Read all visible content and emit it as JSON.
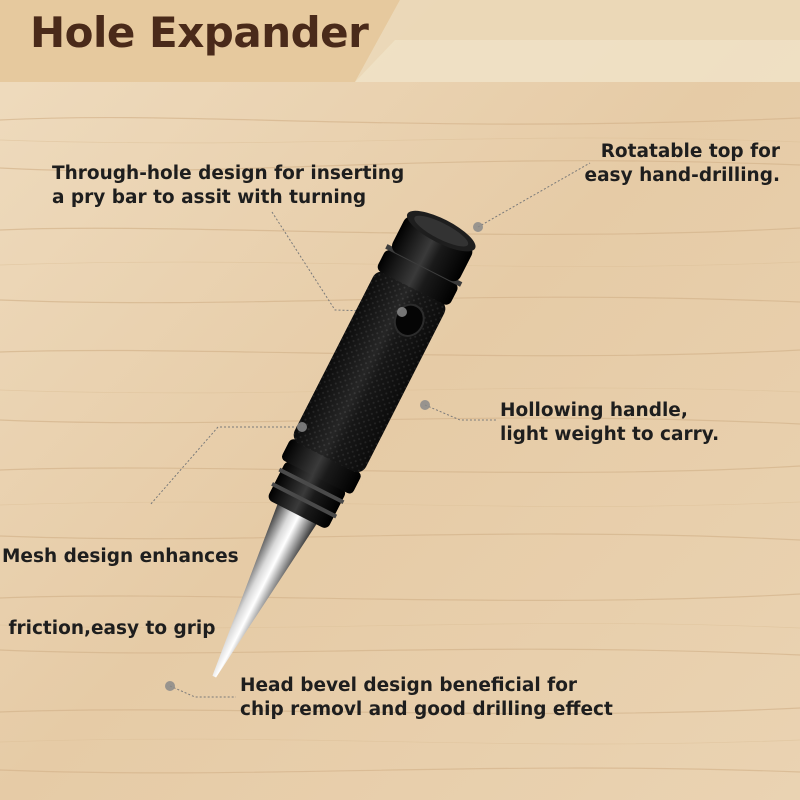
{
  "title": "Hole Expander",
  "callouts": {
    "through_hole": {
      "line1": "Through-hole design for inserting",
      "line2": "a pry bar to assit with turning"
    },
    "rotatable_top": {
      "line1": "Rotatable top for",
      "line2": "easy hand-drilling."
    },
    "hollowing_handle": {
      "line1": "Hollowing handle,",
      "line2": "light weight to carry."
    },
    "mesh_design": {
      "line1": "Mesh design enhances",
      "line2": " friction,easy to grip"
    },
    "head_bevel": {
      "line1": "Head bevel design beneficial for",
      "line2": "chip removl and good drilling effect"
    }
  },
  "colors": {
    "wood_base": "#e8cfae",
    "header_dark": "#e6c99e",
    "header_light": "#f0e3c8",
    "title_text": "#4a2a1a",
    "tool_body": "#111111",
    "callout_dot": "#8a8a8a"
  }
}
